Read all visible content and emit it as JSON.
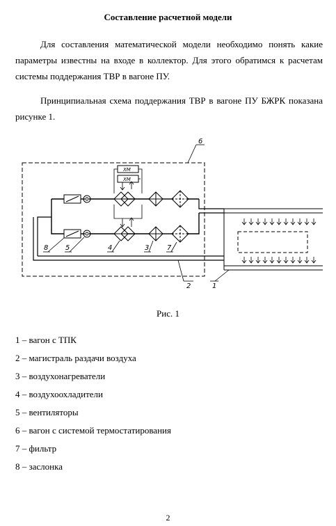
{
  "title": "Составление расчетной модели",
  "paragraphs": [
    "Для составления математической модели необходимо понять какие параметры известны на входе в коллектор. Для этого обратимся к расчетам системы поддержания ТВР в вагоне ПУ.",
    "Принципиальная схема поддержания ТВР в вагоне ПУ БЖРК показана рисунке 1."
  ],
  "figure": {
    "callouts": [
      "8",
      "5",
      "4",
      "3",
      "7",
      "2",
      "1",
      "6"
    ],
    "box_labels": [
      "ХМ",
      "ХМ"
    ]
  },
  "caption": "Рис. 1",
  "legend": [
    "1 – вагон с ТПК",
    "2 – магистраль раздачи воздуха",
    "3 – воздухонагреватели",
    "4 – воздухоохладители",
    "5 – вентиляторы",
    "6 – вагон с системой термостатирования",
    "7 – фильтр",
    "8 – заслонка"
  ],
  "page_number": "2"
}
